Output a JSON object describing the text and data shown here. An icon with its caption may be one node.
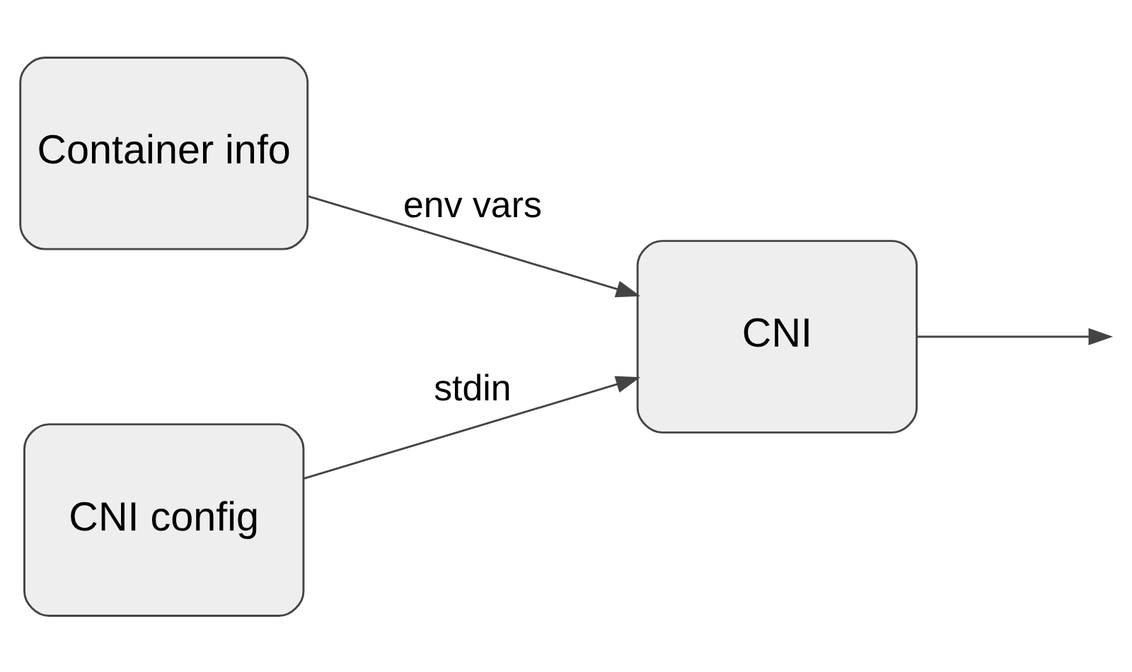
{
  "diagram": {
    "nodes": [
      {
        "text": [
          "Container info"
        ]
      },
      {
        "text": [
          "CNI config"
        ]
      },
      {
        "text": [
          "CNI"
        ]
      }
    ],
    "edges": [
      {
        "from": 0,
        "to": 2,
        "arrow": "to",
        "label": "env vars"
      },
      {
        "from": 1,
        "to": 2,
        "arrow": "to",
        "label": "stdin"
      },
      {
        "from": 2,
        "to": null,
        "arrow": "to"
      }
    ]
  }
}
